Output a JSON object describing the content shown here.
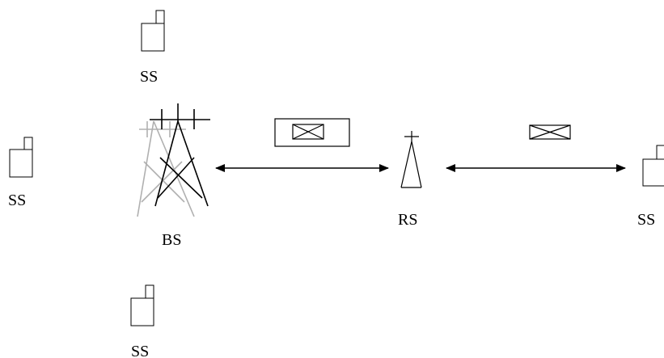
{
  "labels": {
    "ss_top": "SS",
    "ss_left": "SS",
    "ss_bottom": "SS",
    "ss_right": "SS",
    "bs": "BS",
    "rs": "RS"
  },
  "colors": {
    "line": "#000000",
    "shadow_tower": "#b0b0b0"
  }
}
